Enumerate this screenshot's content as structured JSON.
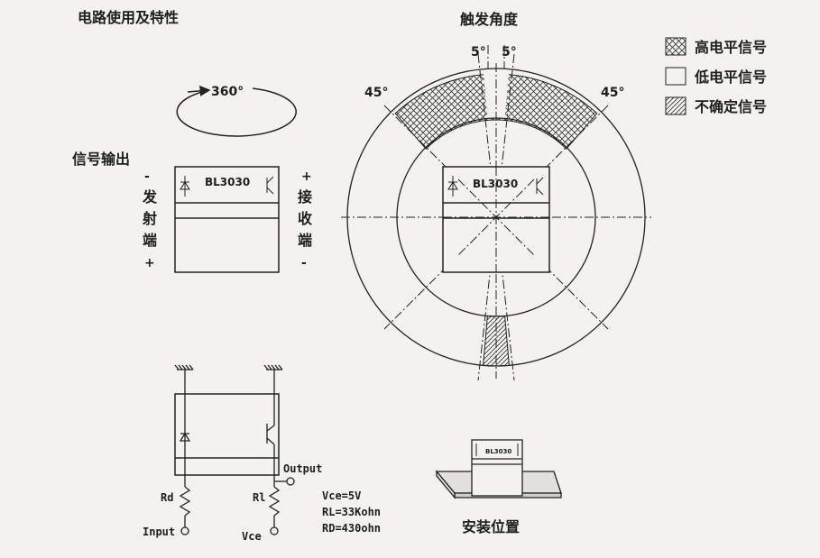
{
  "titles": {
    "usage": "电路使用及特性",
    "angle": "触发角度",
    "signal_output": "信号输出",
    "install": "安装位置"
  },
  "rotation": {
    "label": "360°"
  },
  "emitter": {
    "minus": "-",
    "chars": [
      "发",
      "射",
      "端"
    ],
    "plus": "+"
  },
  "receiver": {
    "plus": "+",
    "chars": [
      "接",
      "收",
      "端"
    ],
    "minus": "-"
  },
  "chip": {
    "name": "BL3030"
  },
  "angles": {
    "left_small": "5°",
    "right_small": "5°",
    "left_big": "45°",
    "right_big": "45°"
  },
  "legend": [
    {
      "pattern": "cross-hatch",
      "label": "高电平信号"
    },
    {
      "pattern": "blank",
      "label": "低电平信号"
    },
    {
      "pattern": "diagonal-hatch",
      "label": "不确定信号"
    }
  ],
  "circuit": {
    "output": "Output",
    "rd": "Rd",
    "rl": "Rl",
    "input": "Input",
    "vce": "Vce",
    "specs": [
      "Vce=5V",
      "RL=33Kohn",
      "RD=430ohn"
    ]
  }
}
